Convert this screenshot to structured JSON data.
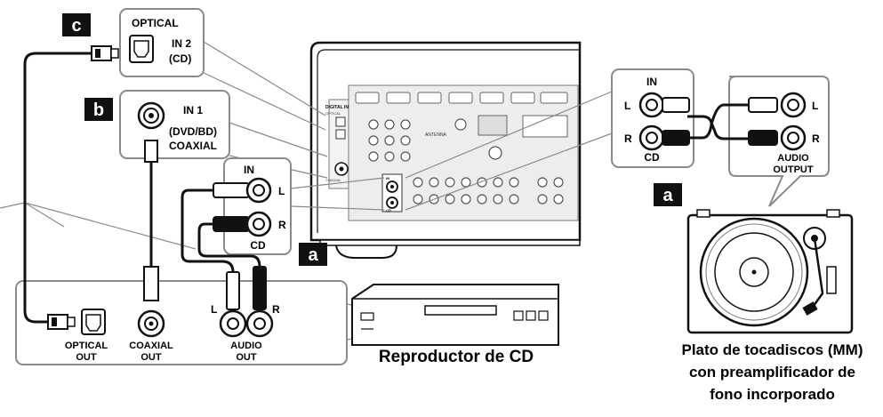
{
  "badges": {
    "c": "c",
    "b": "b",
    "a_left": "a",
    "a_right": "a"
  },
  "optical_box": {
    "title": "OPTICAL",
    "line1": "IN 2",
    "line2": "(CD)"
  },
  "coaxial_box": {
    "line1": "IN 1",
    "line2": "(DVD/BD)",
    "line3": "COAXIAL"
  },
  "analog_in_box": {
    "in": "IN",
    "l": "L",
    "r": "R",
    "cd": "CD"
  },
  "receiver_panel": {
    "digital_in": "DIGITAL IN",
    "optical": "OPTICAL",
    "coaxial": "COAXIAL",
    "antenna": "ANTENNA",
    "in": "IN",
    "cd": "CD"
  },
  "right_in_box": {
    "in": "IN",
    "l": "L",
    "r": "R",
    "cd": "CD"
  },
  "turntable_output": {
    "l": "L",
    "r": "R",
    "line1": "AUDIO",
    "line2": "OUTPUT"
  },
  "cd_outputs": {
    "optical_1": "OPTICAL",
    "optical_2": "OUT",
    "coaxial_1": "COAXIAL",
    "coaxial_2": "OUT",
    "audio_1": "AUDIO",
    "audio_2": "OUT",
    "l": "L",
    "r": "R"
  },
  "captions": {
    "cd_player": "Reproductor de CD",
    "turntable_1": "Plato de tocadiscos (MM)",
    "turntable_2": "con preamplificador de",
    "turntable_3": "fono incorporado"
  },
  "colors": {
    "ink": "#111111",
    "box_stroke": "#8a8a8a",
    "panel_fill": "#e9e9e9",
    "jack_fill": "#ffffff"
  }
}
